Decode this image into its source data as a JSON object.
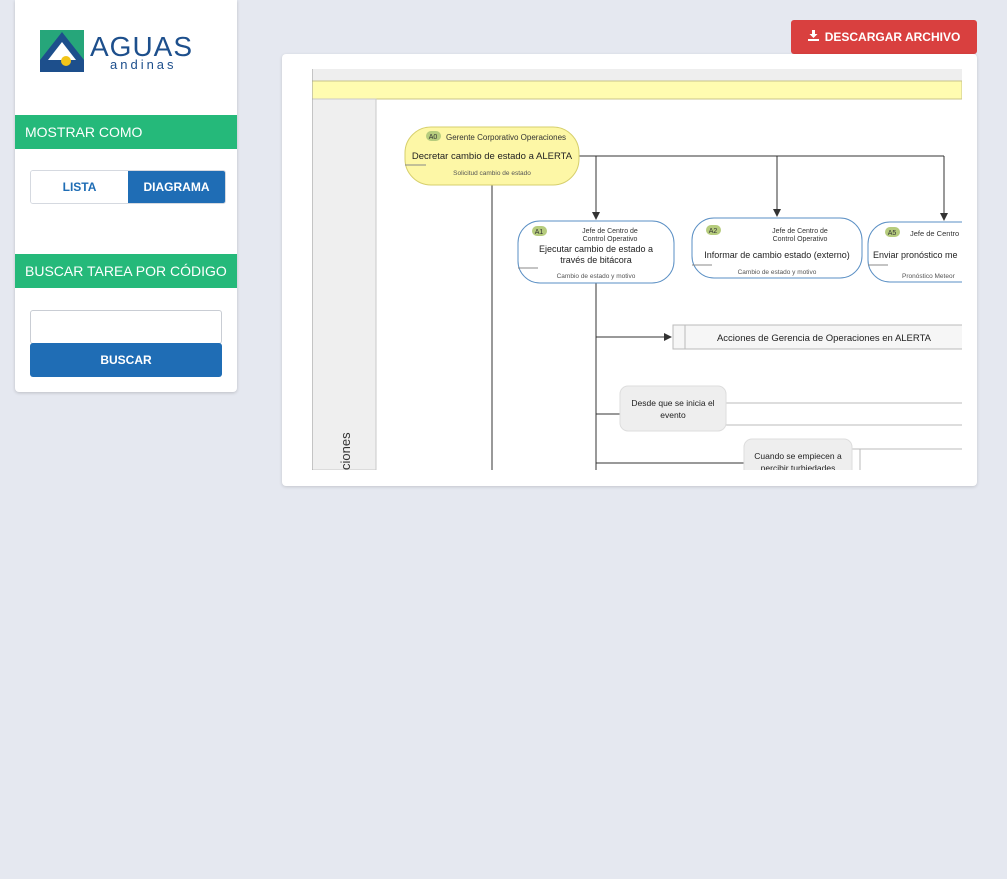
{
  "brand": {
    "name": "AGUAS",
    "sub": "andinas"
  },
  "sidebar": {
    "show_as": {
      "heading": "MOSTRAR COMO",
      "options": [
        {
          "label": "LISTA",
          "active": false
        },
        {
          "label": "DIAGRAMA",
          "active": true
        }
      ]
    },
    "search": {
      "heading": "BUSCAR TAREA POR CÓDIGO",
      "value": "",
      "button": "BUSCAR"
    }
  },
  "toolbar": {
    "download_label": "DESCARGAR ARCHIVO",
    "download_icon": "download-icon"
  },
  "diagram": {
    "lane_label": "ciones",
    "nodes": [
      {
        "code": "A0",
        "role": "Gerente Corporativo Operaciones",
        "title": "Decretar cambio de estado a ALERTA",
        "output": "Solicitud cambio de estado"
      },
      {
        "code": "A1",
        "role": "Jefe de Centro de Control Operativo",
        "title": "Ejecutar cambio de estado a través de bitácora",
        "output": "Cambio de estado y motivo"
      },
      {
        "code": "A2",
        "role": "Jefe de Centro de Control Operativo",
        "title": "Informar de cambio estado (externo)",
        "output": "Cambio de estado y motivo"
      },
      {
        "code": "A5",
        "role": "Jefe de Centro",
        "title": "Enviar pronóstico me",
        "output": "Pronóstico Meteor"
      }
    ],
    "subprocess": "Acciones de Gerencia de Operaciones en ALERTA",
    "conditions": [
      "Desde que se inicia el evento",
      "Cuando se empiecen a percibir turbiedades"
    ]
  },
  "colors": {
    "accent_green": "#25b97a",
    "primary_blue": "#1f6db5",
    "danger_red": "#d9403f",
    "start_node_fill": "#fdf7a6",
    "task_border": "#5a8fc4"
  }
}
